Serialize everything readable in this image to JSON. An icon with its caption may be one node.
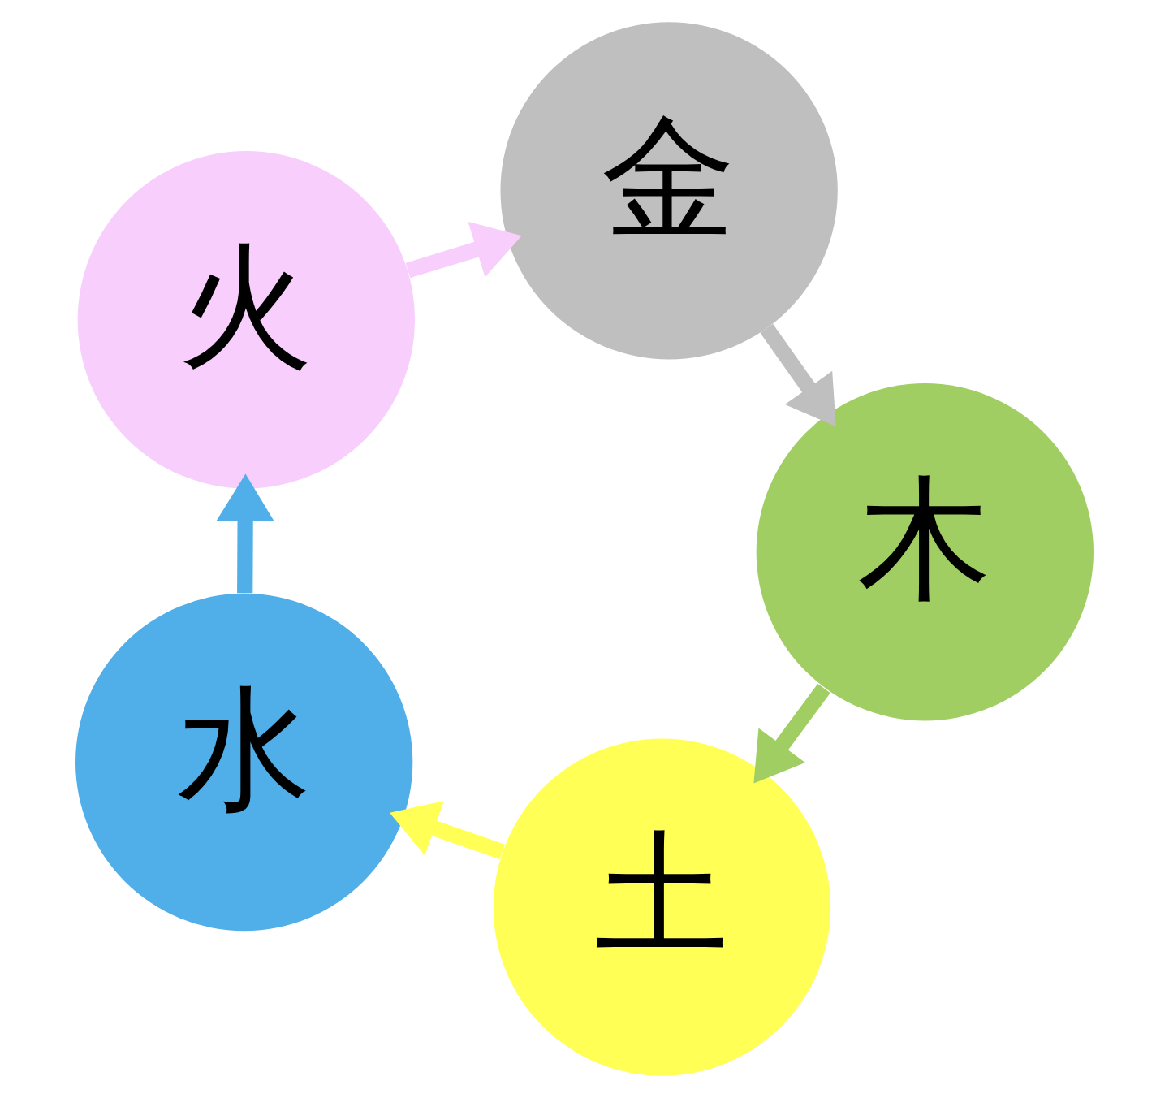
{
  "diagram": {
    "nodes": [
      {
        "text": [
          "火"
        ]
      },
      {
        "text": [
          "木"
        ]
      },
      {
        "text": [
          "土"
        ]
      },
      {
        "text": [
          "水"
        ]
      },
      {
        "text": [
          "金"
        ]
      }
    ],
    "edges": [
      {
        "from": 0,
        "to": 4,
        "arrow": "to",
        "color": "#f7cefc"
      },
      {
        "from": 2,
        "to": 3,
        "arrow": "to",
        "color": "#ffff55"
      },
      {
        "from": 4,
        "to": 1,
        "arrow": "to",
        "color": "#bfbfbf"
      },
      {
        "from": 3,
        "to": 0,
        "arrow": "to",
        "color": "#50aee9"
      },
      {
        "from": 1,
        "to": 2,
        "arrow": "to",
        "color": "#a0ce63"
      }
    ]
  }
}
